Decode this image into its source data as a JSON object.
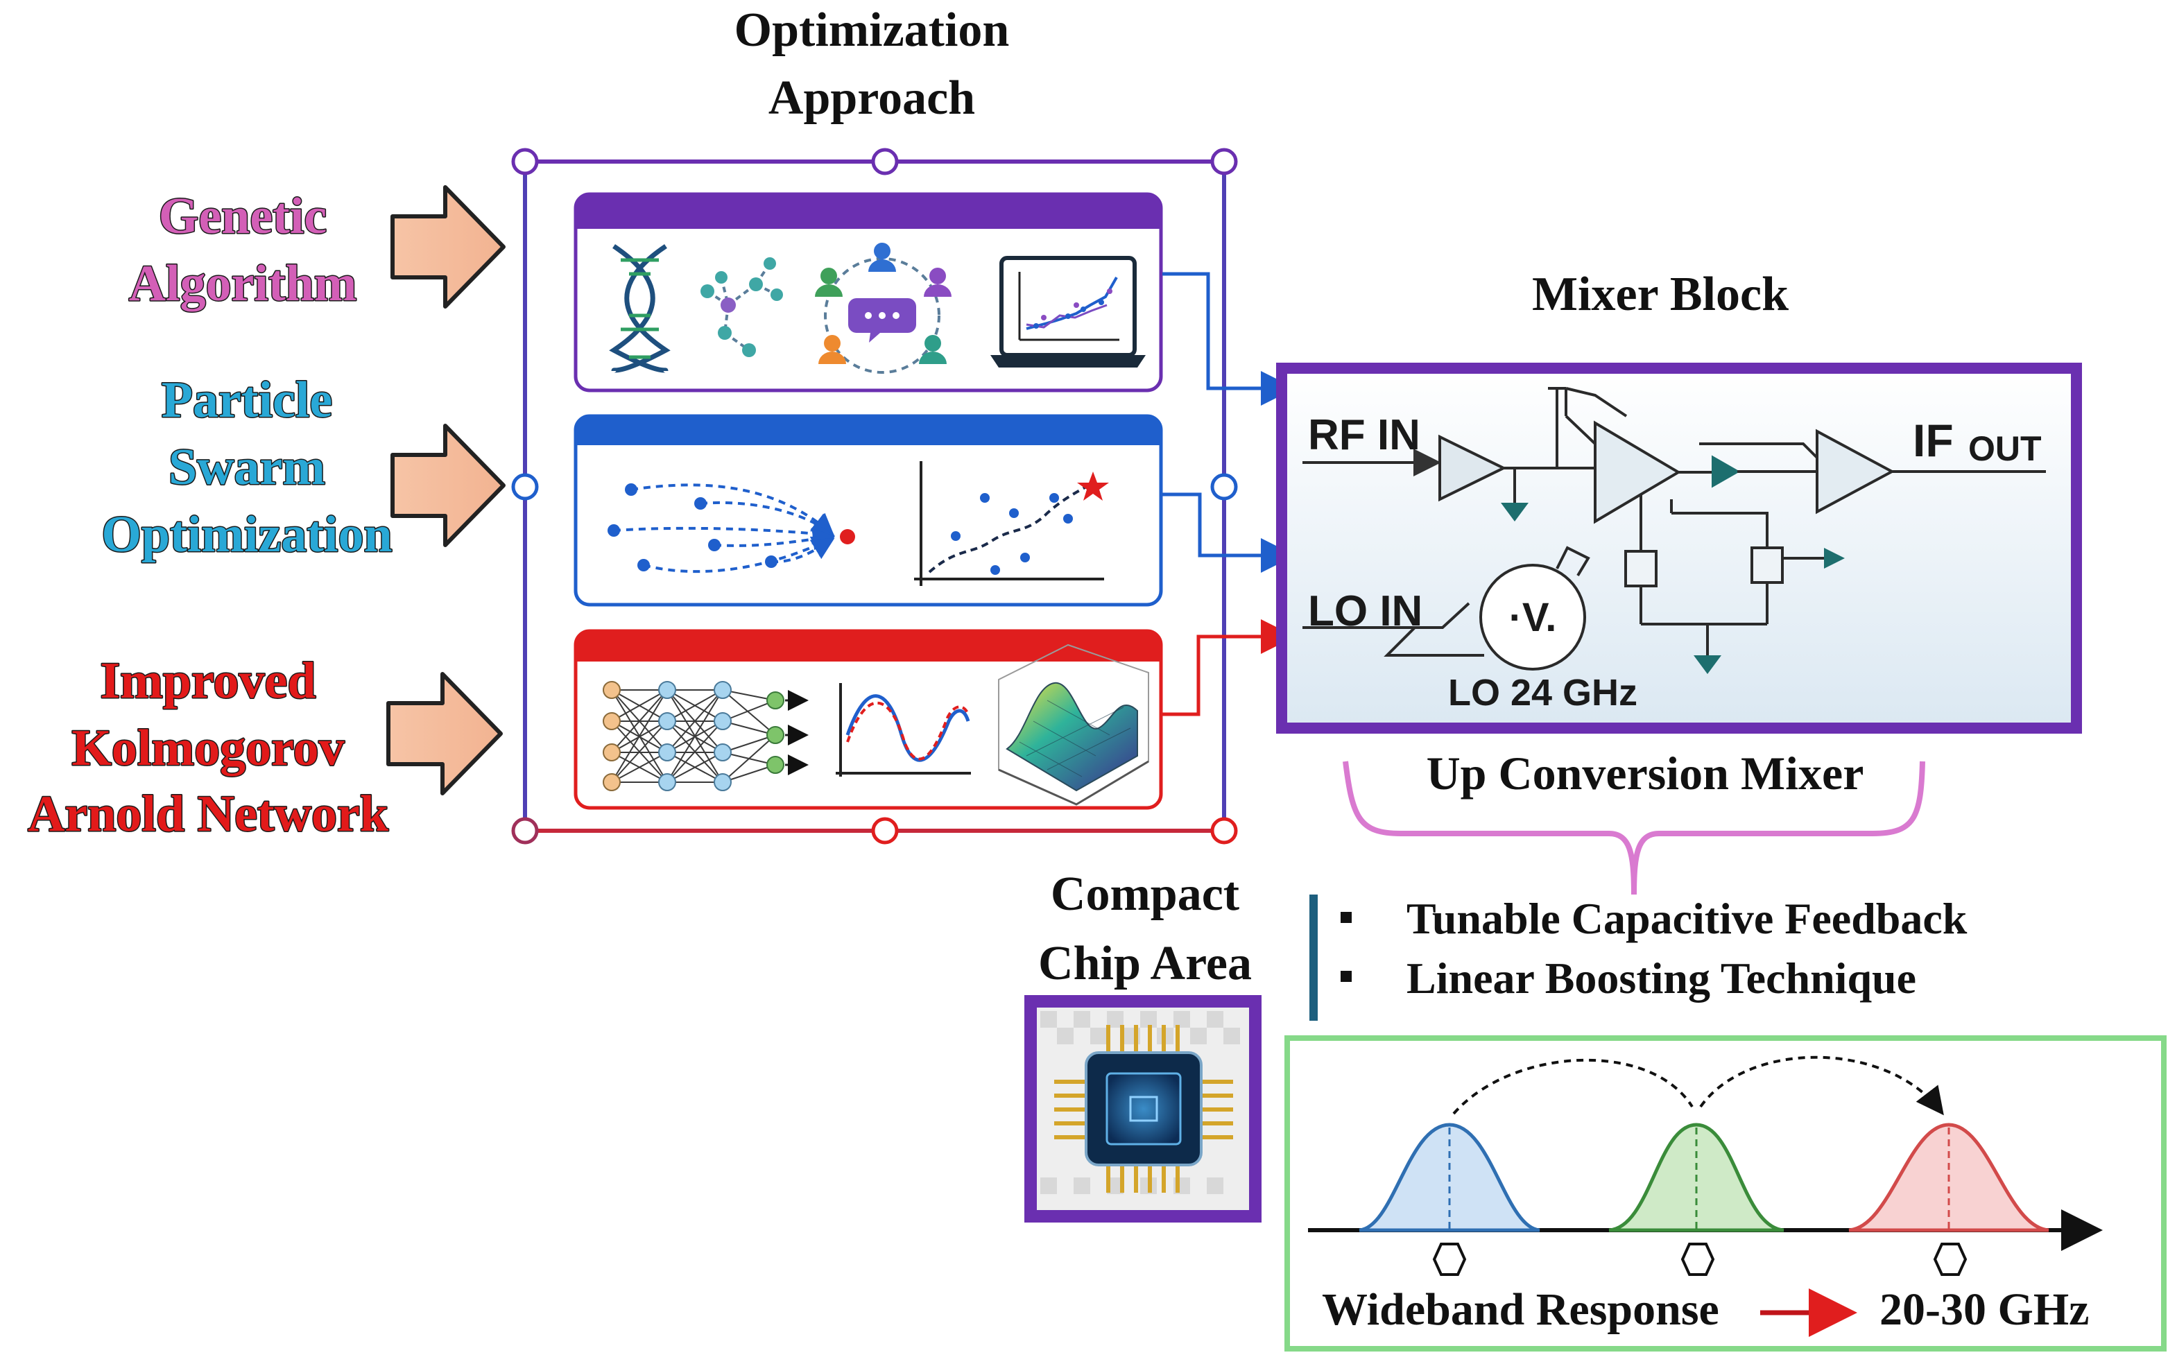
{
  "header": {
    "line1": "Optimization",
    "line2": "Approach"
  },
  "methods": [
    {
      "lines": [
        "Genetic",
        "Algorithm"
      ],
      "color": "#d35fb7"
    },
    {
      "lines": [
        "Particle",
        "Swarm",
        "Optimization"
      ],
      "color": "#29a8d6"
    },
    {
      "lines": [
        "Improved",
        "Kolmogorov",
        "Arnold Network"
      ],
      "color": "#e21a1a"
    }
  ],
  "panel_colors": {
    "genetic": "#6a2fb0",
    "pso": "#1f5fcc",
    "kan": "#e01e1e"
  },
  "mixer": {
    "title": "Mixer Block",
    "rf_in": "RF IN",
    "if_out_1": "IF",
    "if_out_2": "OUT",
    "lo_in": "LO IN",
    "lo_freq": "LO 24 GHz",
    "caption": "Up Conversion Mixer",
    "frame_color": "#6a2fb0"
  },
  "features": [
    "Tunable Capacitive Feedback",
    "Linear Boosting Technique"
  ],
  "chip": {
    "line1": "Compact",
    "line2": "Chip Area"
  },
  "response": {
    "left": "Wideband Response",
    "right": "20-30 GHz",
    "frame_color": "#86d989"
  }
}
